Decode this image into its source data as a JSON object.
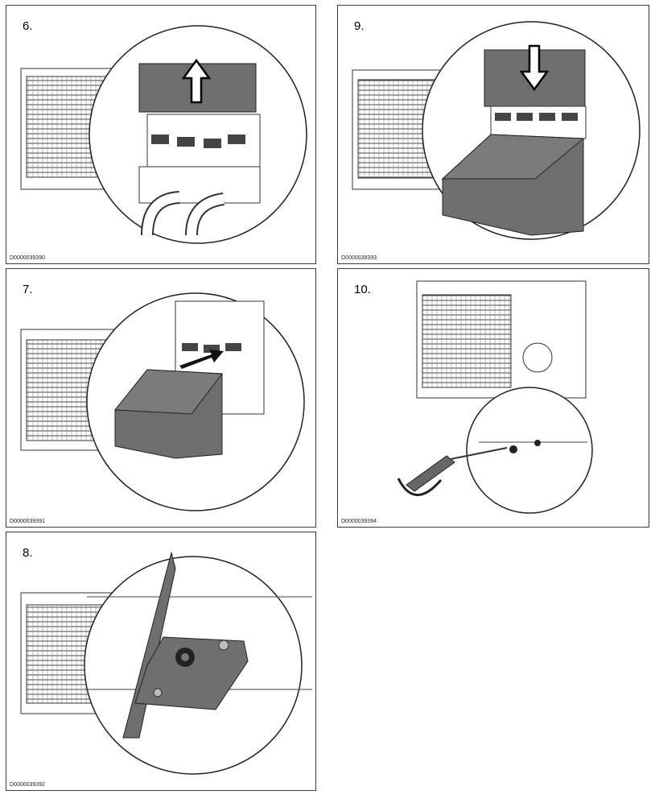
{
  "panels": [
    {
      "step": "6.",
      "image_id": "D0000039390"
    },
    {
      "step": "9.",
      "image_id": "D0000039393"
    },
    {
      "step": "7.",
      "image_id": "D0000039391"
    },
    {
      "step": "10.",
      "image_id": "D0000039394"
    },
    {
      "step": "8.",
      "image_id": "D0000039392"
    }
  ]
}
